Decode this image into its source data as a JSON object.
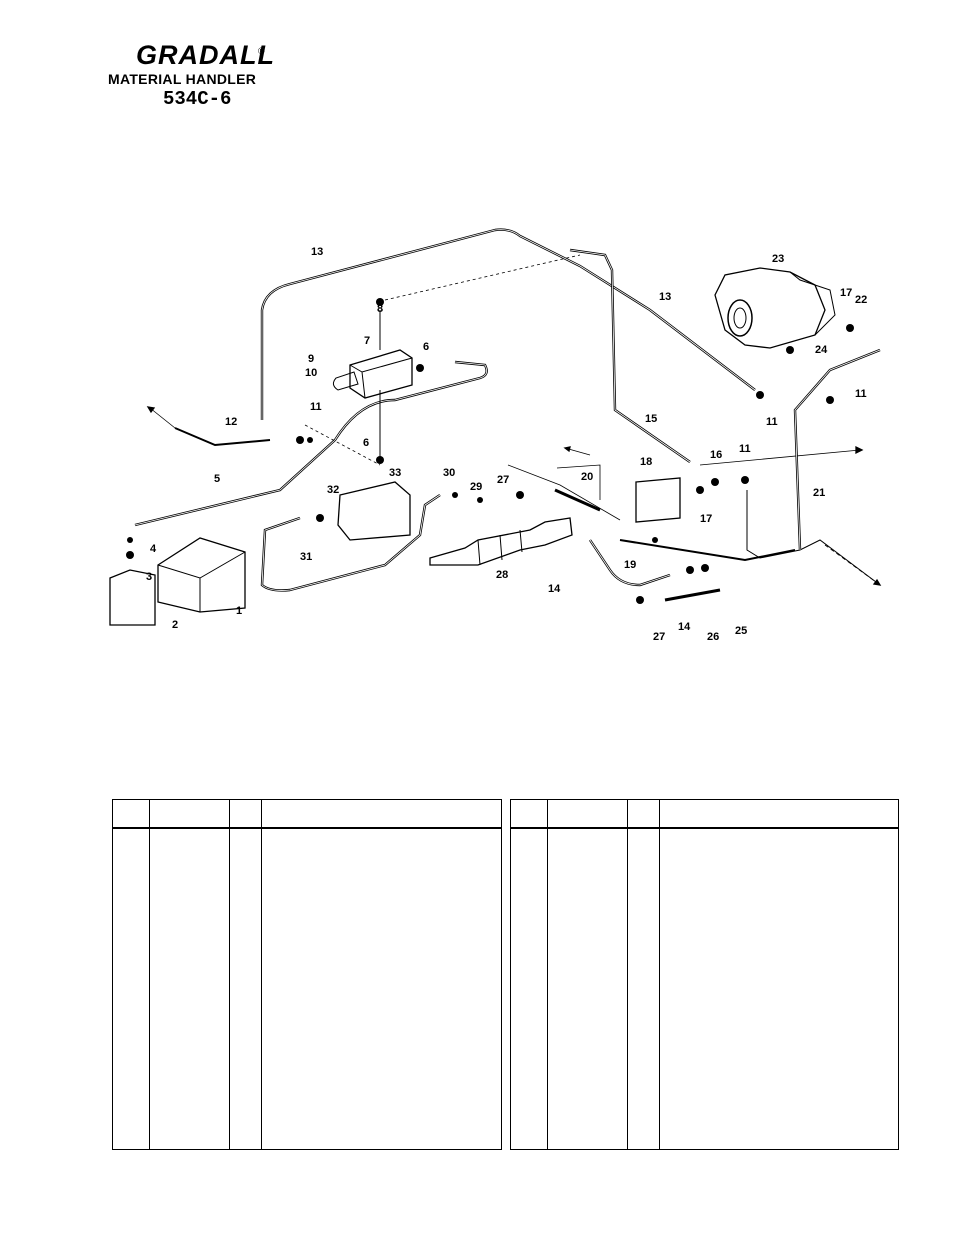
{
  "header": {
    "brand": "GRADALL",
    "registered_mark": "®",
    "subtitle": "MATERIAL HANDLER",
    "model": "534C-6"
  },
  "diagram": {
    "callouts": [
      "1",
      "2",
      "3",
      "4",
      "5",
      "6",
      "6",
      "7",
      "8",
      "9",
      "10",
      "11",
      "11",
      "11",
      "11",
      "12",
      "13",
      "13",
      "14",
      "14",
      "15",
      "16",
      "17",
      "17",
      "18",
      "19",
      "20",
      "21",
      "22",
      "23",
      "24",
      "25",
      "26",
      "27",
      "27",
      "28",
      "29",
      "30",
      "31",
      "32",
      "33"
    ]
  },
  "tables": {
    "left": {
      "columns": [
        "",
        "",
        "",
        ""
      ]
    },
    "right": {
      "columns": [
        "",
        "",
        "",
        ""
      ]
    }
  }
}
